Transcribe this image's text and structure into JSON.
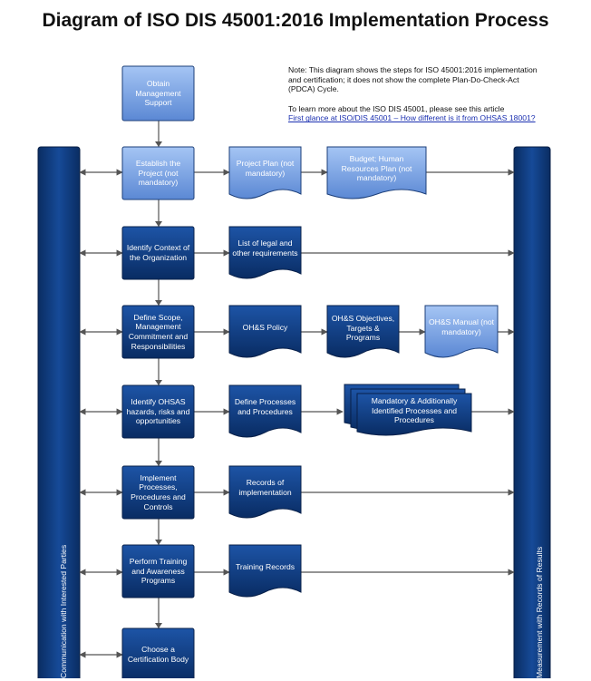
{
  "title": "Diagram of ISO DIS 45001:2016 Implementation Process",
  "note": {
    "line1": "Note: This diagram shows the steps for ISO 45001:2016 implementation and certification; it does not show the complete Plan-Do-Check-Act (PDCA) Cycle.",
    "line2": "To learn more about the ISO DIS 45001, please see this article",
    "link": "First glance at ISO/DIS 45001 – How different is it from OHSAS 18001?"
  },
  "sidebars": {
    "left": "Communication with Interested Parties",
    "right": "Measurement with Records of Results"
  },
  "steps": {
    "obtain": "Obtain Management Support",
    "establish": "Establish the Project (not mandatory)",
    "context": "Identify Context of the Organization",
    "scope": "Define Scope, Management Commitment and Responsibilities",
    "hazards": "Identify OHSAS hazards, risks and opportunities",
    "implement": "Implement Processes, Procedures and Controls",
    "training": "Perform Training and Awareness Programs",
    "certbody": "Choose a Certification Body"
  },
  "documents": {
    "project_plan": "Project Plan (not mandatory)",
    "budget": "Budget; Human Resources Plan (not mandatory)",
    "legal": "List of legal and other requirements",
    "policy": "OH&S Policy",
    "objectives": "OH&S Objectives, Targets & Programs",
    "manual": "OH&S Manual (not mandatory)",
    "processes_doc": "Define Processes and Procedures",
    "mandatory": "Mandatory & Additionally Identified Processes and Procedures",
    "records_impl": "Records of implementation",
    "training_records": "Training Records"
  },
  "colors": {
    "dark_blue": "#0e3a7c",
    "light_blue": "#6d9be3",
    "connector": "#555555",
    "link": "#1a2fb0"
  }
}
